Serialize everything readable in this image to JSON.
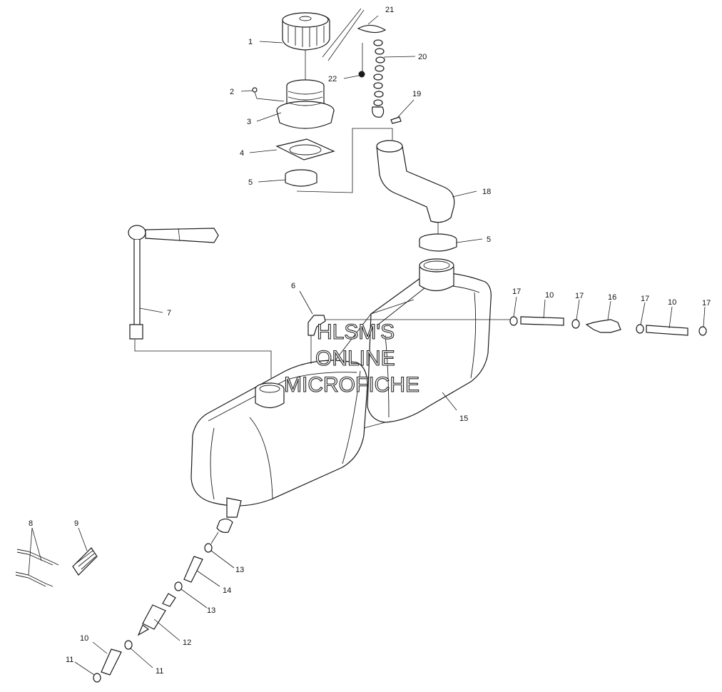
{
  "diagram": {
    "callouts": [
      "1",
      "2",
      "3",
      "4",
      "5",
      "5",
      "6",
      "7",
      "8",
      "9",
      "10",
      "10",
      "10",
      "11",
      "11",
      "12",
      "13",
      "13",
      "14",
      "15",
      "16",
      "17",
      "17",
      "17",
      "17",
      "18",
      "19",
      "20",
      "21",
      "22"
    ],
    "watermark": [
      "HLSM'S",
      "ONLINE",
      "MICROFICHE"
    ]
  }
}
